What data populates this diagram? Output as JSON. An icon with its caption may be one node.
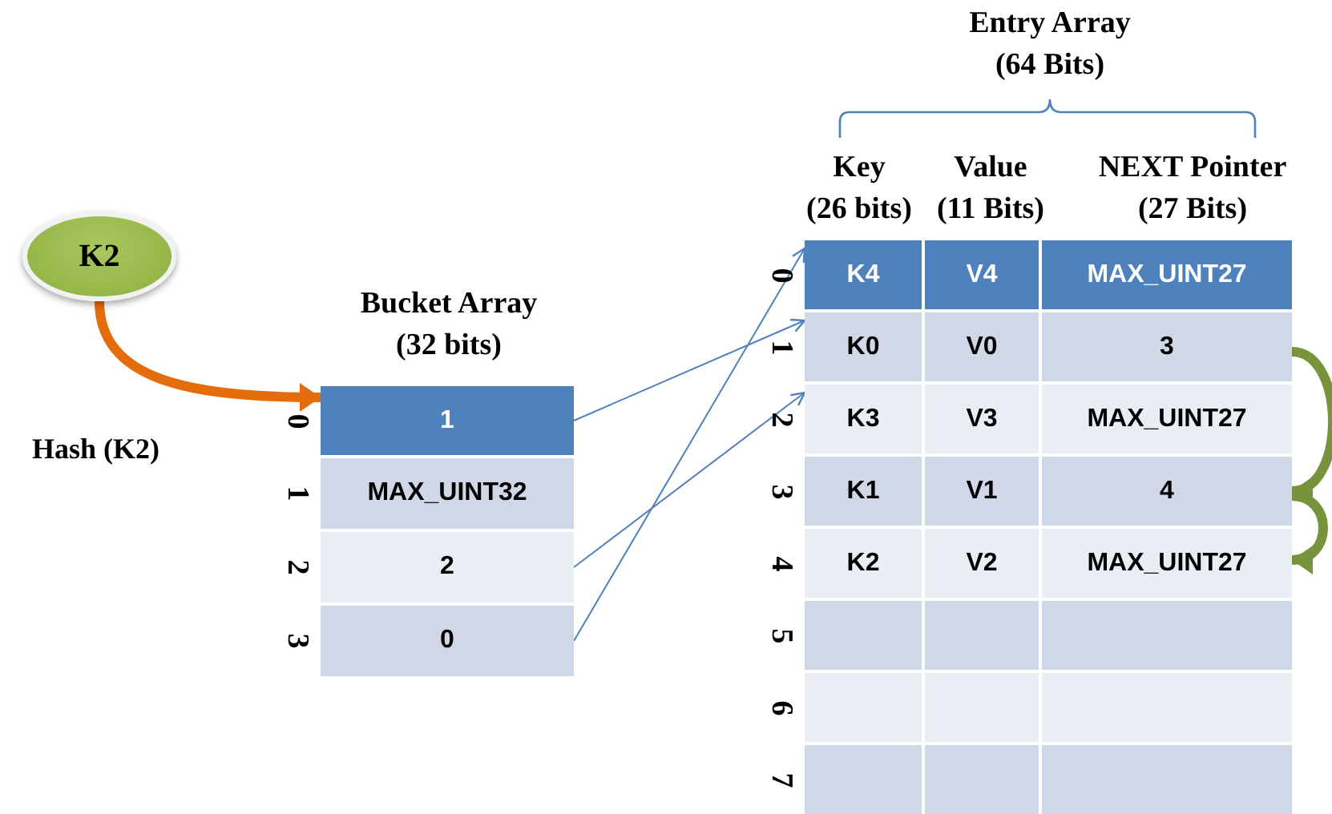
{
  "diagram": {
    "nodes": [
      {
        "text": [
          "K2"
        ]
      },
      {
        "text": [
          "1"
        ],
        "beside": [
          "0"
        ]
      },
      {
        "text": [
          "MAX_UINT32"
        ],
        "beside": [
          "1"
        ]
      },
      {
        "text": [
          "2"
        ],
        "beside": [
          "2"
        ]
      },
      {
        "text": [
          "0"
        ],
        "beside": [
          "3"
        ]
      },
      {
        "text": [
          "K4",
          "V4",
          "MAX_UINT27"
        ],
        "beside": [
          "0"
        ]
      },
      {
        "text": [
          "K0",
          "V0",
          "3"
        ],
        "beside": [
          "1"
        ]
      },
      {
        "text": [
          "K3",
          "V3",
          "MAX_UINT27"
        ],
        "beside": [
          "2"
        ]
      },
      {
        "text": [
          "K1",
          "V1",
          "4"
        ],
        "beside": [
          "3"
        ]
      },
      {
        "text": [
          "K2",
          "V2",
          "MAX_UINT27"
        ],
        "beside": [
          "4"
        ]
      },
      {
        "text": [],
        "shape": "box",
        "beside": [
          "5"
        ]
      },
      {
        "text": [],
        "shape": "box",
        "beside": [
          "6"
        ]
      },
      {
        "text": [],
        "shape": "box",
        "beside": [
          "7"
        ]
      }
    ],
    "edges": [
      {
        "from": 0,
        "to": 1,
        "arrow": "to",
        "label": "Hash (K2)",
        "style": "thick",
        "color": "#e46c0a"
      },
      {
        "from": 1,
        "to": 6,
        "arrow": "to"
      },
      {
        "from": 3,
        "to": 7,
        "arrow": "to"
      },
      {
        "from": 4,
        "to": 5,
        "arrow": "to"
      },
      {
        "from": 6,
        "to": 8,
        "arrow": "to",
        "style": "thick",
        "color": "#77933c"
      },
      {
        "from": 8,
        "to": 9,
        "arrow": "to",
        "style": "thick",
        "color": "#77933c"
      }
    ],
    "labels": [
      "Entry Array (64 Bits)",
      "Key (26 bits)",
      "Value (11 Bits)",
      "NEXT Pointer (27 Bits)",
      "Bucket Array (32 bits)"
    ]
  }
}
